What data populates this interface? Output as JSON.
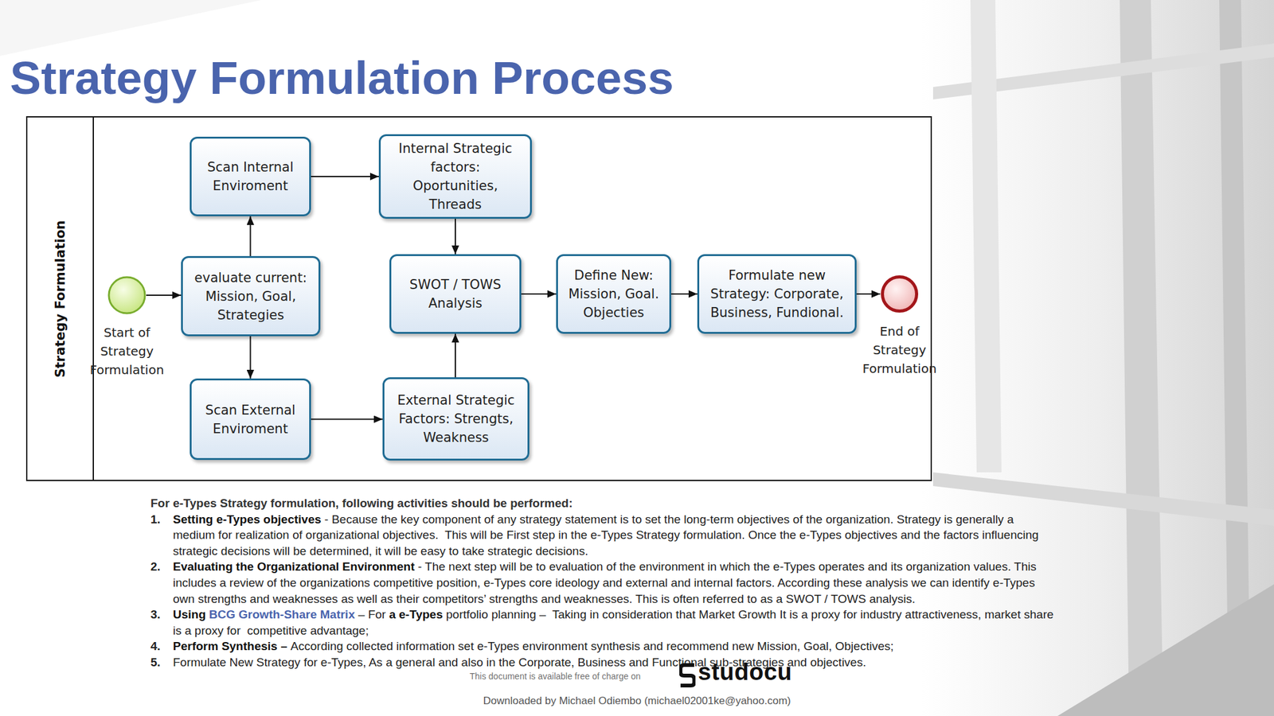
{
  "diagram": {
    "title": "Strategy Formulation Process",
    "nodes": [
      {
        "text": [
          "Strategy Formulation"
        ]
      },
      {
        "text": [
          "Start of Strategy Formulation"
        ],
        "in": 0
      },
      {
        "text": [
          "evaluate current: Mission, Goal, Strategies"
        ],
        "in": 0
      },
      {
        "text": [
          "Scan Internal Enviroment"
        ],
        "in": 0
      },
      {
        "text": [
          "Scan External Enviroment"
        ],
        "in": 0
      },
      {
        "text": [
          "Internal Strategic factors: Oportunities, Threads"
        ],
        "in": 0
      },
      {
        "text": [
          "External Strategic Factors: Strengts, Weakness"
        ],
        "in": 0
      },
      {
        "text": [
          "SWOT / TOWS Analysis"
        ],
        "in": 0
      },
      {
        "text": [
          "Define New: Mission, Goal. Objecties"
        ],
        "in": 0
      },
      {
        "text": [
          "Formulate new Strategy: Corporate, Business, Fundional."
        ],
        "in": 0
      },
      {
        "text": [
          "End of Strategy Formulation"
        ],
        "in": 0
      }
    ],
    "edges": [
      {
        "from": 1,
        "to": 2,
        "arrow": "to"
      },
      {
        "from": 2,
        "to": 3,
        "arrow": "to"
      },
      {
        "from": 2,
        "to": 4,
        "arrow": "to"
      },
      {
        "from": 3,
        "to": 5,
        "arrow": "to"
      },
      {
        "from": 4,
        "to": 6,
        "arrow": "to"
      },
      {
        "from": 5,
        "to": 7,
        "arrow": "to"
      },
      {
        "from": 6,
        "to": 7,
        "arrow": "to"
      },
      {
        "from": 7,
        "to": 8,
        "arrow": "to"
      },
      {
        "from": 8,
        "to": 9,
        "arrow": "to"
      },
      {
        "from": 9,
        "to": 10,
        "arrow": "to"
      }
    ],
    "labels": [
      "For e-Types Strategy formulation, following activities should be performed:",
      "1.",
      "Setting e-Types objectives",
      "- Because the key component of any strategy statement is to set the long-term objectives of the organization. Strategy is generally a medium for realization of organizational objectives.  This will be First step in the e-Types Strategy formulation. Once the e-Types objectives and the factors influencing strategic decisions will be determined, it will be easy to take strategic decisions.",
      "2.",
      "Evaluating the Organizational Environment",
      "- The next step will be to evaluation of the environment in which the e-Types operates and its organization values. This includes a review of the organizations competitive position, e-Types core ideology and external and internal factors. According these analysis we can identify e-Types own strengths and weaknesses as well as their competitors’ strengths and weaknesses. This is often referred to as a SWOT / TOWS analysis.",
      "3.",
      "Using",
      "BCG Growth-Share Matrix",
      "– For",
      "a e-Types",
      "portfolio planning –  Taking in consideration that Market Growth It is a proxy for industry attractiveness, market share  is a proxy for  competitive advantage;",
      "4.",
      "Perform Synthesis –",
      "According collected information set e-Types environment synthesis and recommend new Mission, Goal, Objectives;",
      "5.",
      "Formulate New Strategy for e-Types, As a general and also in the Corporate, Business and Functional sub-strategies and objectives.",
      "This document is available free of charge on",
      "studocu",
      "Downloaded by Michael Odiembo (michael02001ke@yahoo.com)"
    ]
  }
}
